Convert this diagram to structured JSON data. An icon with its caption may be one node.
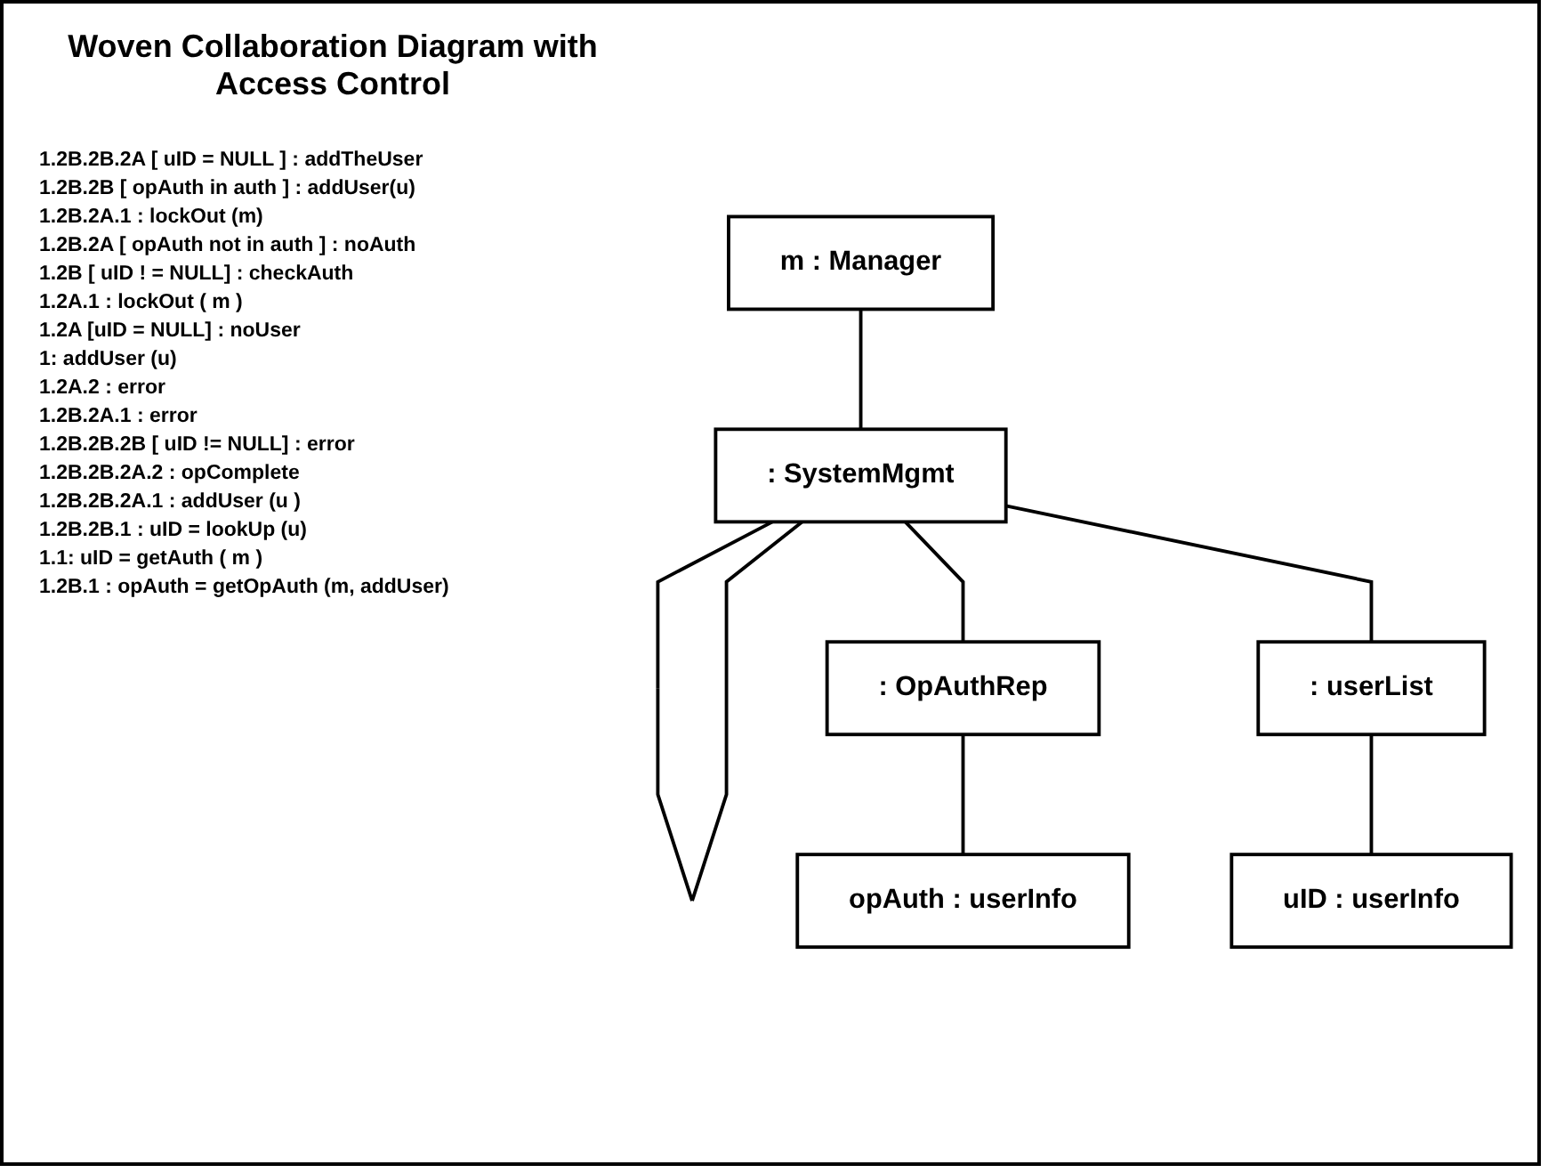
{
  "diagram": {
    "title": "Woven Collaboration Diagram with Access Control",
    "nodes": [
      {
        "text": [
          "m : Manager"
        ]
      },
      {
        "text": [
          ": SystemMgmt"
        ]
      },
      {
        "text": [
          ": OpAuthRep"
        ]
      },
      {
        "text": [
          ": userList"
        ]
      },
      {
        "text": [
          "opAuth : userInfo"
        ]
      },
      {
        "text": [
          "uID : userInfo"
        ]
      }
    ],
    "edges": [
      {
        "from": 1,
        "to": 1,
        "arrow": "none"
      },
      {
        "from": 0,
        "to": 1,
        "arrow": "none"
      },
      {
        "from": 1,
        "to": 2,
        "arrow": "none"
      },
      {
        "from": 1,
        "to": 3,
        "arrow": "none"
      },
      {
        "from": 2,
        "to": 4,
        "arrow": "none"
      },
      {
        "from": 3,
        "to": 5,
        "arrow": "none"
      }
    ],
    "labels": [
      "1.2B.2B.2A [ uID = NULL ] : addTheUser",
      "1.2B.2B [ opAuth in auth ] : addUser(u)",
      "1.2B.2A.1 : lockOut (m)",
      "1.2B.2A [ opAuth not in auth ] : noAuth",
      "1.2B [ uID ! = NULL] : checkAuth",
      "1.2A.1 : lockOut ( m )",
      "1.2A [uID = NULL] : noUser",
      "1: addUser (u)",
      "1.2A.2  : error",
      "1.2B.2A.1 : error",
      "1.2B.2B.2B [ uID != NULL] : error",
      "1.2B.2B.2A.2 : opComplete",
      "1.2B.2B.2A.1 : addUser (u )",
      "1.2B.2B.1 : uID = lookUp (u)",
      "1.1: uID = getAuth ( m )",
      "1.2B.1 : opAuth = getOpAuth (m, addUser)"
    ]
  }
}
